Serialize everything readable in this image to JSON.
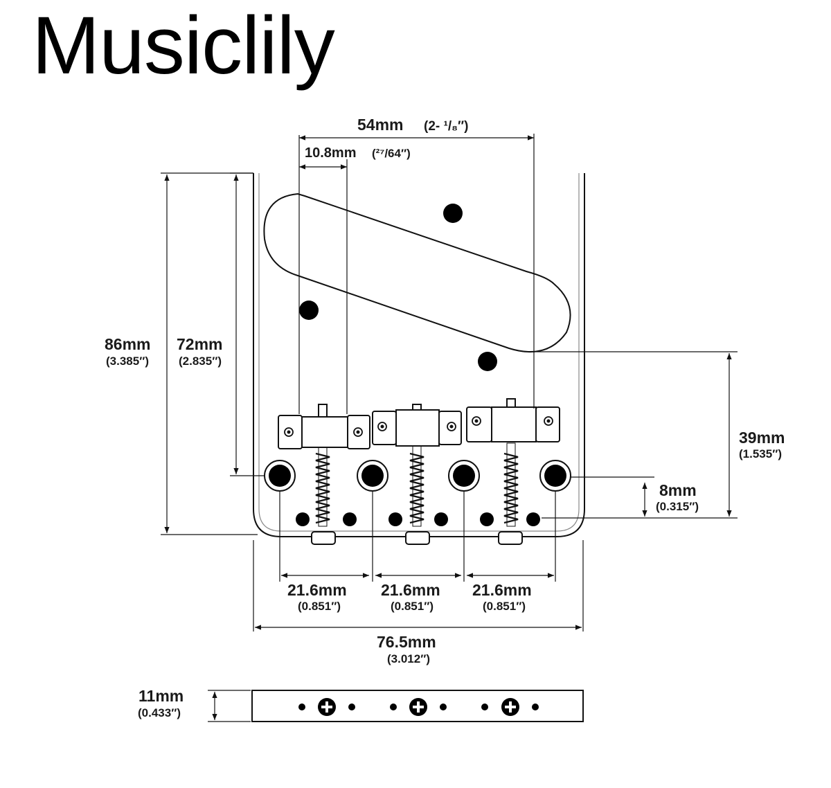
{
  "brand": "Musiclily",
  "dimensions": {
    "string_spread": {
      "mm": "54mm",
      "in": "(2- ¹/₈″)"
    },
    "saddle_width": {
      "mm": "10.8mm",
      "in": "(²⁷/64″)"
    },
    "overall_length": {
      "mm": "86mm",
      "in": "(3.385″)"
    },
    "pickup_to_edge": {
      "mm": "72mm",
      "in": "(2.835″)"
    },
    "pickup_height": {
      "mm": "39mm",
      "in": "(1.535″)"
    },
    "hole_offset": {
      "mm": "8mm",
      "in": "(0.315″)"
    },
    "hole_spacing_1": {
      "mm": "21.6mm",
      "in": "(0.851″)"
    },
    "hole_spacing_2": {
      "mm": "21.6mm",
      "in": "(0.851″)"
    },
    "hole_spacing_3": {
      "mm": "21.6mm",
      "in": "(0.851″)"
    },
    "overall_width": {
      "mm": "76.5mm",
      "in": "(3.012″)"
    },
    "plate_thickness": {
      "mm": "11mm",
      "in": "(0.433″)"
    }
  }
}
